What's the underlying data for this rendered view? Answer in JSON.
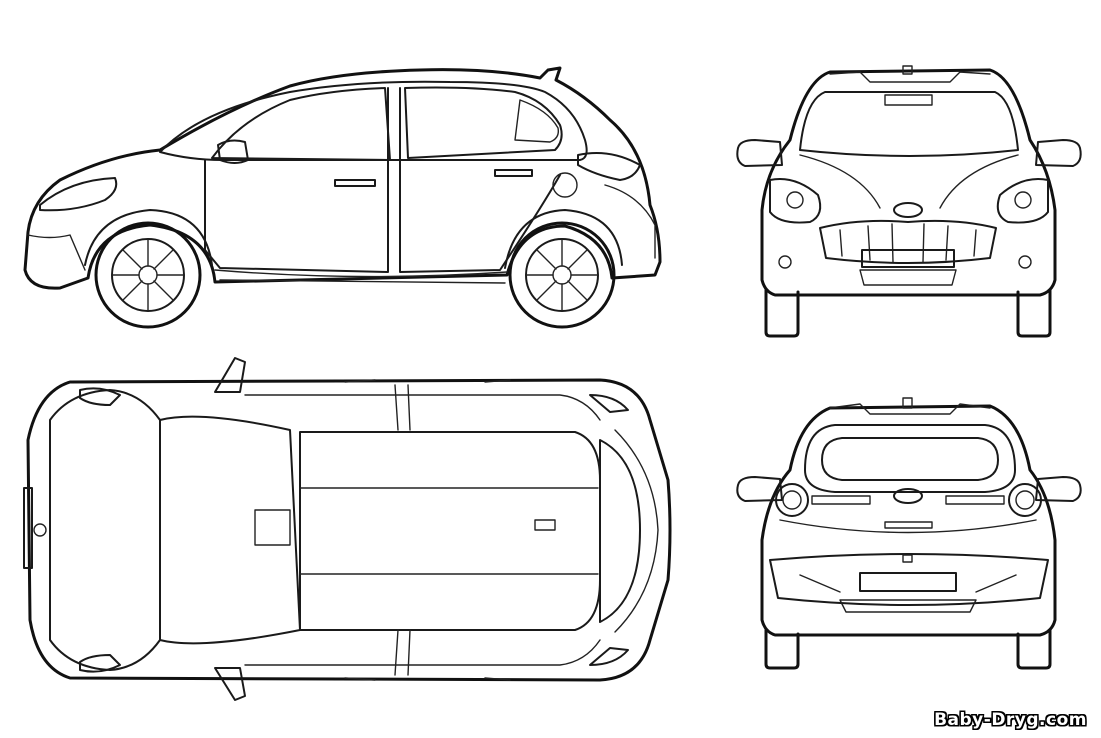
{
  "sheet": {
    "views": [
      "side",
      "front",
      "top",
      "rear"
    ],
    "line_color": "#1a1a1a",
    "background": "#ffffff"
  },
  "watermark": {
    "text": "Baby-Dryg.com"
  }
}
